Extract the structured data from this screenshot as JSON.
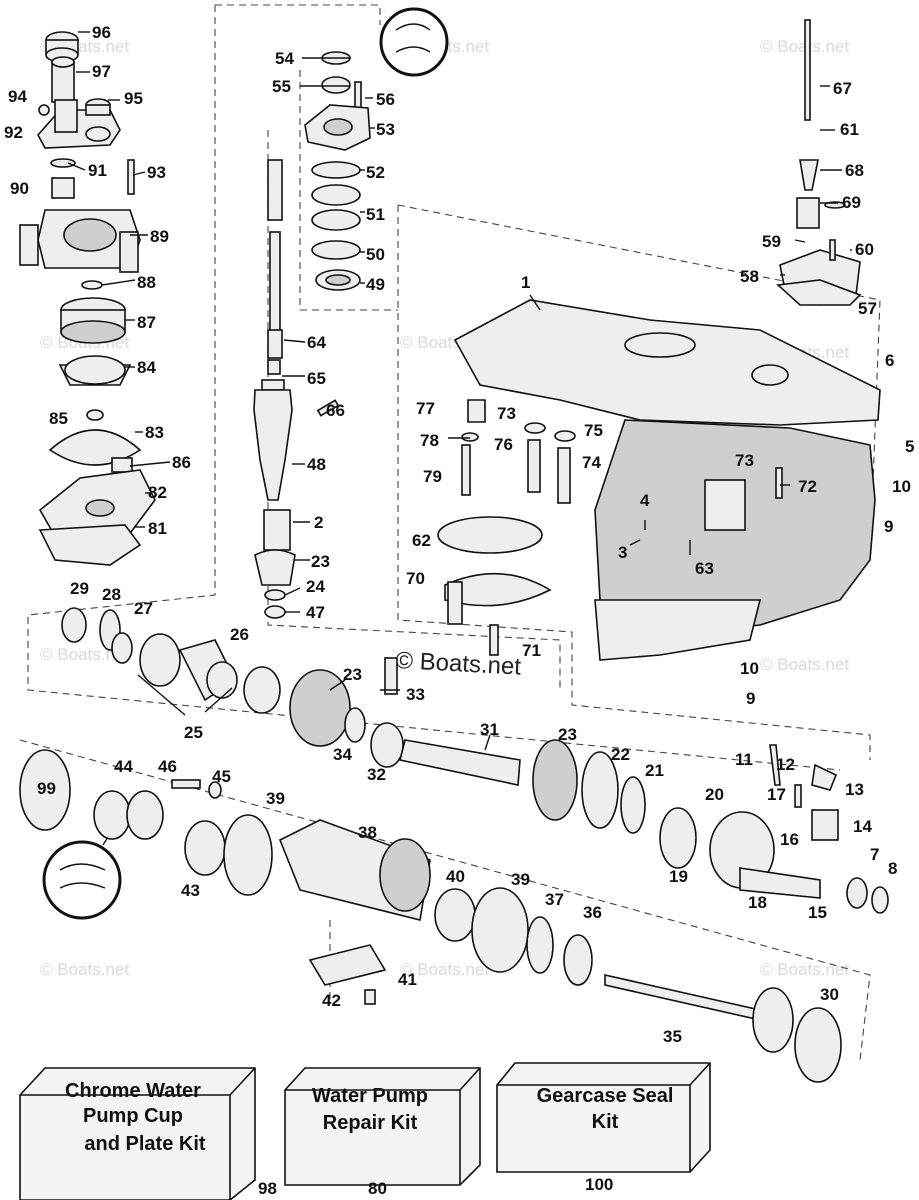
{
  "watermark": "© Boats.net",
  "center_watermark": "© Boats.net",
  "callouts": [
    "1",
    "2",
    "3",
    "4",
    "5",
    "6",
    "7",
    "8",
    "9",
    "10",
    "11",
    "12",
    "13",
    "14",
    "15",
    "16",
    "17",
    "18",
    "19",
    "20",
    "21",
    "22",
    "23",
    "24",
    "25",
    "26",
    "27",
    "28",
    "29",
    "30",
    "31",
    "32",
    "33",
    "34",
    "35",
    "36",
    "37",
    "38",
    "39",
    "40",
    "41",
    "42",
    "43",
    "44",
    "45",
    "46",
    "47",
    "48",
    "49",
    "50",
    "51",
    "52",
    "53",
    "54",
    "55",
    "56",
    "57",
    "58",
    "59",
    "60",
    "61",
    "62",
    "63",
    "64",
    "65",
    "66",
    "67",
    "68",
    "69",
    "70",
    "71",
    "72",
    "73",
    "74",
    "75",
    "76",
    "77",
    "78",
    "79",
    "80",
    "81",
    "82",
    "83",
    "84",
    "85",
    "86",
    "87",
    "88",
    "89",
    "90",
    "91",
    "92",
    "93",
    "94",
    "95",
    "96",
    "97",
    "98",
    "99",
    "100"
  ],
  "kits": [
    {
      "lines": [
        "Chrome Water",
        "Pump Cup",
        "and Plate Kit"
      ],
      "number": "98"
    },
    {
      "lines": [
        "Water Pump",
        "Repair Kit"
      ],
      "number": "80"
    },
    {
      "lines": [
        "Gearcase Seal",
        "Kit"
      ],
      "number": "100"
    }
  ]
}
